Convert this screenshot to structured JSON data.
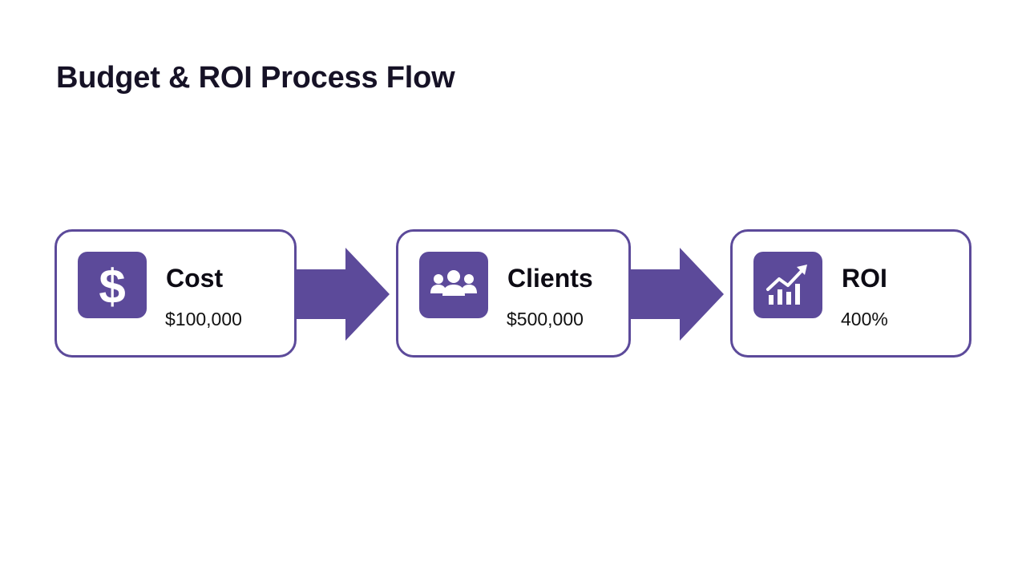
{
  "title": "Budget & ROI Process Flow",
  "colors": {
    "accent": "#5C4A9A",
    "title_text": "#161226",
    "icon_fg": "#ffffff"
  },
  "steps": [
    {
      "label": "Cost",
      "value": "$100,000",
      "icon": "dollar-icon"
    },
    {
      "label": "Clients",
      "value": "$500,000",
      "icon": "users-icon"
    },
    {
      "label": "ROI",
      "value": "400%",
      "icon": "growth-chart-icon"
    }
  ]
}
